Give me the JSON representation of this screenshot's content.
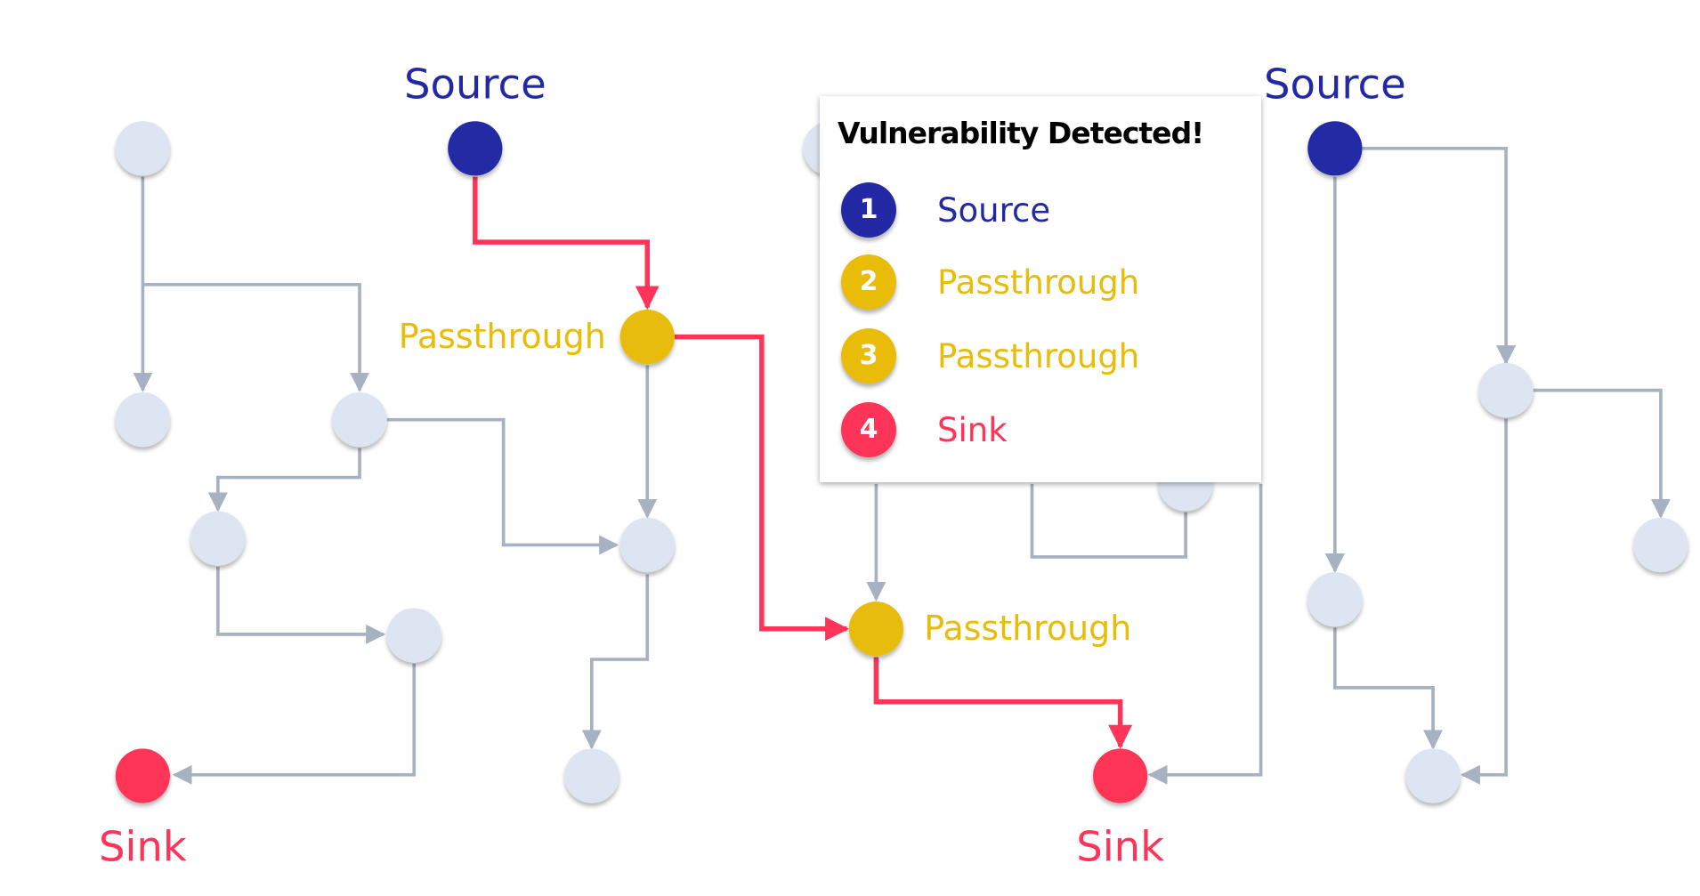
{
  "colors": {
    "source": "#2329A4",
    "passthrough": "#E8BC08",
    "sink": "#FF3458",
    "neutral_node": "#DCE5F1",
    "edge": "#A6B2C1",
    "taint_path": "#FF3458"
  },
  "labels": {
    "source_left": "Source",
    "source_right": "Source",
    "passthrough_1": "Passthrough",
    "passthrough_2": "Passthrough",
    "sink_left": "Sink",
    "sink_middle": "Sink"
  },
  "popup": {
    "title": "Vulnerability Detected!",
    "steps": [
      {
        "number": "1",
        "label": "Source",
        "kind": "source"
      },
      {
        "number": "2",
        "label": "Passthrough",
        "kind": "passthrough"
      },
      {
        "number": "3",
        "label": "Passthrough",
        "kind": "passthrough"
      },
      {
        "number": "4",
        "label": "Sink",
        "kind": "sink"
      }
    ]
  }
}
